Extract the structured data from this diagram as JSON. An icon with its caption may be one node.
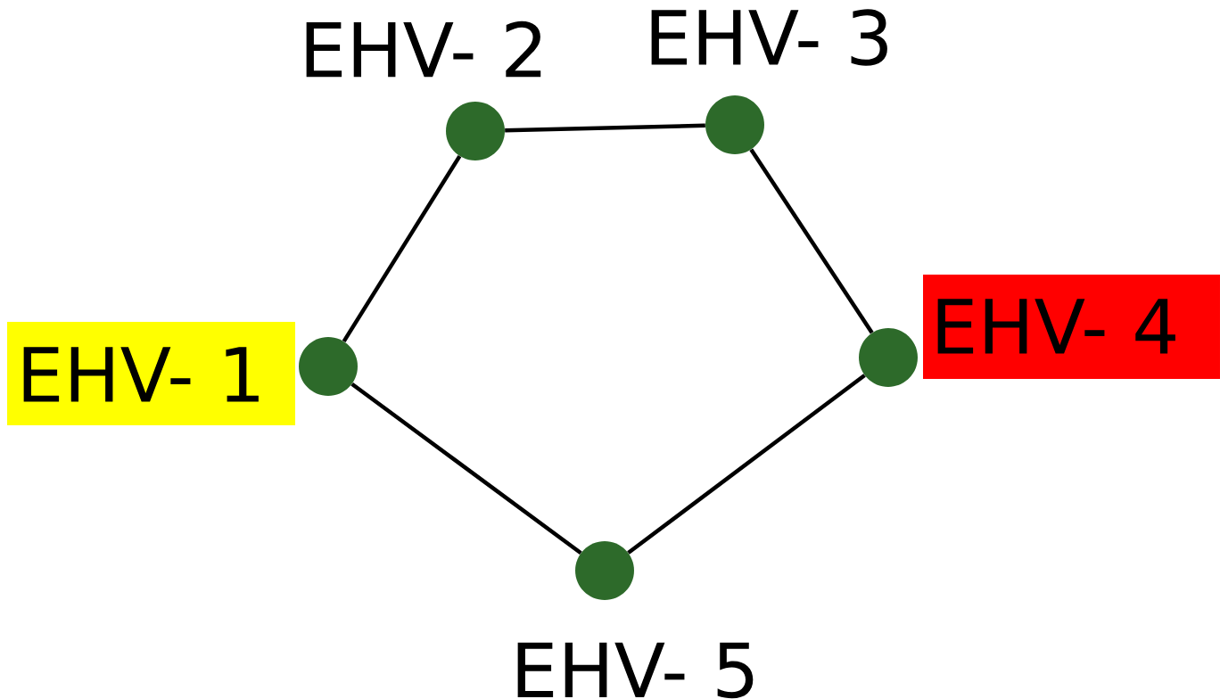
{
  "diagram": {
    "nodes": [
      {
        "text": [],
        "shape": "circle",
        "beside": [
          "EHV- 1"
        ]
      },
      {
        "text": [],
        "shape": "circle",
        "beside": [
          "EHV- 2"
        ]
      },
      {
        "text": [],
        "shape": "circle",
        "beside": [
          "EHV- 3"
        ]
      },
      {
        "text": [],
        "shape": "circle",
        "beside": [
          "EHV- 4"
        ]
      },
      {
        "text": [],
        "shape": "circle",
        "beside": [
          "EHV- 5"
        ]
      }
    ],
    "edges": [
      {
        "from": 0,
        "to": 1,
        "arrow": "none"
      },
      {
        "from": 1,
        "to": 2,
        "arrow": "none"
      },
      {
        "from": 2,
        "to": 3,
        "arrow": "none"
      },
      {
        "from": 3,
        "to": 4,
        "arrow": "none"
      },
      {
        "from": 4,
        "to": 0,
        "arrow": "none"
      }
    ]
  }
}
